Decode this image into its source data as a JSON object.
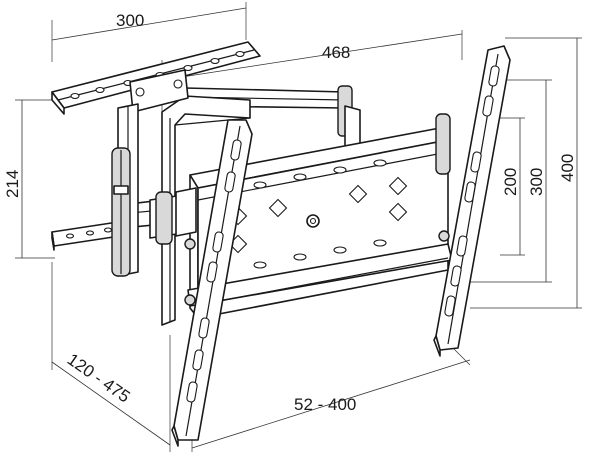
{
  "dimensions": {
    "top_width": "300",
    "arm_length": "468",
    "wall_plate_height": "214",
    "vesa_h_200": "200",
    "vesa_h_300": "300",
    "vesa_h_400": "400",
    "wall_distance": "120 - 475",
    "rail_spacing": "52 - 400"
  }
}
